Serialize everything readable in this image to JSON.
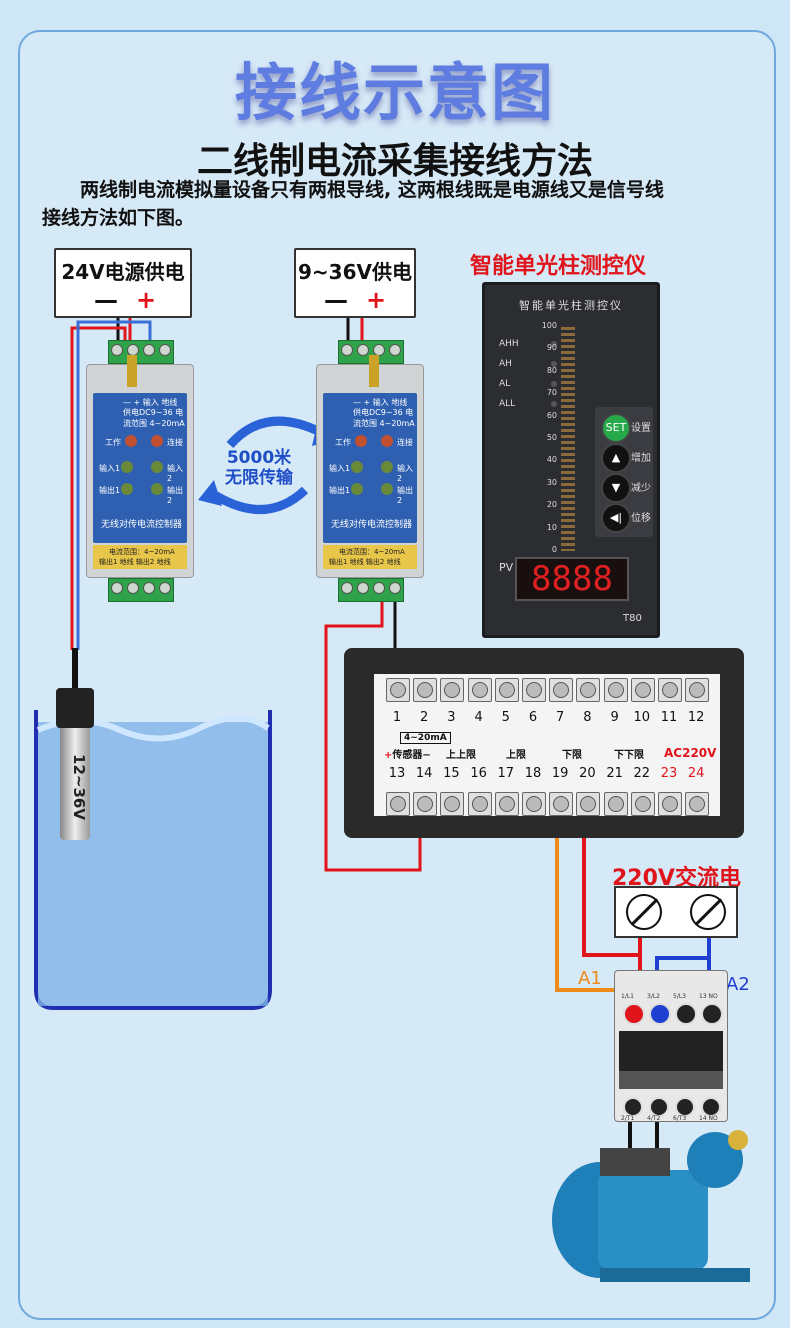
{
  "title": "接线示意图",
  "subtitle": "二线制电流采集接线方法",
  "description": {
    "line1": "两线制电流模拟量设备只有两根导线, 这两根线既是电源线又是信号线",
    "line2": "接线方法如下图。"
  },
  "power_left": {
    "label": "24V电源供电",
    "minus": "—",
    "plus": "+"
  },
  "power_right": {
    "label": "9~36V供电",
    "minus": "—",
    "plus": "+"
  },
  "transmission": {
    "distance": "5000米",
    "text": "无限传输"
  },
  "module": {
    "name": "无线对传电流控制器",
    "work": "工作",
    "connect": "连接",
    "in1": "输入1",
    "in2": "输入2",
    "out1": "输出1",
    "out2": "输出2",
    "range": "电流范围：4~20mA",
    "top_line1": "—  +  输入 地线",
    "top_line2": "供电DC9~36  电流范围 4~20mA",
    "bottom_line": "输出1 地线   输出2 地线"
  },
  "sensor": {
    "label": "12~36V"
  },
  "meter": {
    "caption": "智能单光柱测控仪",
    "header": "智能单光柱测控仪",
    "alarms": [
      "AHH",
      "AH",
      "AL",
      "ALL"
    ],
    "scale": [
      "100",
      "90",
      "80",
      "70",
      "60",
      "50",
      "40",
      "30",
      "20",
      "10",
      "0"
    ],
    "buttons": [
      {
        "key": "SET",
        "label": "设置"
      },
      {
        "key": "▲",
        "label": "增加"
      },
      {
        "key": "▼",
        "label": "减少"
      },
      {
        "key": "◀|",
        "label": "位移"
      }
    ],
    "pv": "PV",
    "display": "8888",
    "model": "T80"
  },
  "terminal": {
    "top_numbers": [
      "1",
      "2",
      "3",
      "4",
      "5",
      "6",
      "7",
      "8",
      "9",
      "10",
      "11",
      "12"
    ],
    "bottom_numbers": [
      "13",
      "14",
      "15",
      "16",
      "17",
      "18",
      "19",
      "20",
      "21",
      "22",
      "23",
      "24"
    ],
    "current_label": "4~20mA",
    "sensor_label": "传感器",
    "groups": [
      "上上限",
      "上限",
      "下限",
      "下下限"
    ],
    "ac_label": "AC220V"
  },
  "ac_power": {
    "label": "220V交流电"
  },
  "contactor": {
    "a1": "A1",
    "a2": "A2",
    "top_labels": [
      "1/L1",
      "3/L2",
      "5/L3",
      "13 NO"
    ],
    "bottom_labels": [
      "2/T1",
      "4/T2",
      "6/T3",
      "14 NO"
    ]
  },
  "colors": {
    "title": "#5f7de0",
    "wire_red": "#e0141b",
    "wire_blue": "#1f3fd0",
    "wire_orange": "#f08a1a",
    "terminal_green": "#2fa34a",
    "module_blue": "#2e5fb0"
  }
}
